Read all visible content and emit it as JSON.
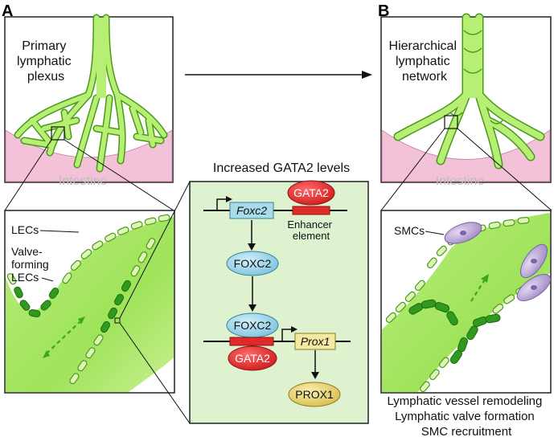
{
  "panel_a": {
    "letter": "A",
    "plexus_label": [
      "Primary",
      "lymphatic",
      "plexus"
    ],
    "intestine_label": "Intestine",
    "zoom_labels": {
      "lecs": "LECs",
      "valve_forming": [
        "Valve-",
        "forming",
        "LECs"
      ]
    }
  },
  "panel_b": {
    "letter": "B",
    "network_label": [
      "Hierarchical",
      "lymphatic",
      "network"
    ],
    "intestine_label": "Intestine",
    "smcs_label": "SMCs",
    "outcomes": [
      "Lymphatic vessel remodeling",
      "Lymphatic valve formation",
      "SMC recruitment"
    ]
  },
  "pathway": {
    "title": "Increased GATA2 levels",
    "gene_foxc2": "Foxc2",
    "gata2_top": "GATA2",
    "enhancer_label": [
      "Enhancer",
      "element"
    ],
    "foxc2_protein": "FOXC2",
    "foxc2_bound": "FOXC2",
    "gata2_bound": "GATA2",
    "gene_prox1": "Prox1",
    "prox1_protein": "PROX1"
  },
  "colors": {
    "vessel_green": "#a9e866",
    "vessel_outline": "#4a9a1a",
    "intestine_pink": "#f4c2d8",
    "pathway_bg": "#dff2cf",
    "gene_box": "#a9dcea",
    "gata2_red": "#e02a2a",
    "foxc2_blue": "#9fd6ea",
    "prox1_gold": "#e6d47a",
    "smc_purple": "#b7a2d6"
  }
}
